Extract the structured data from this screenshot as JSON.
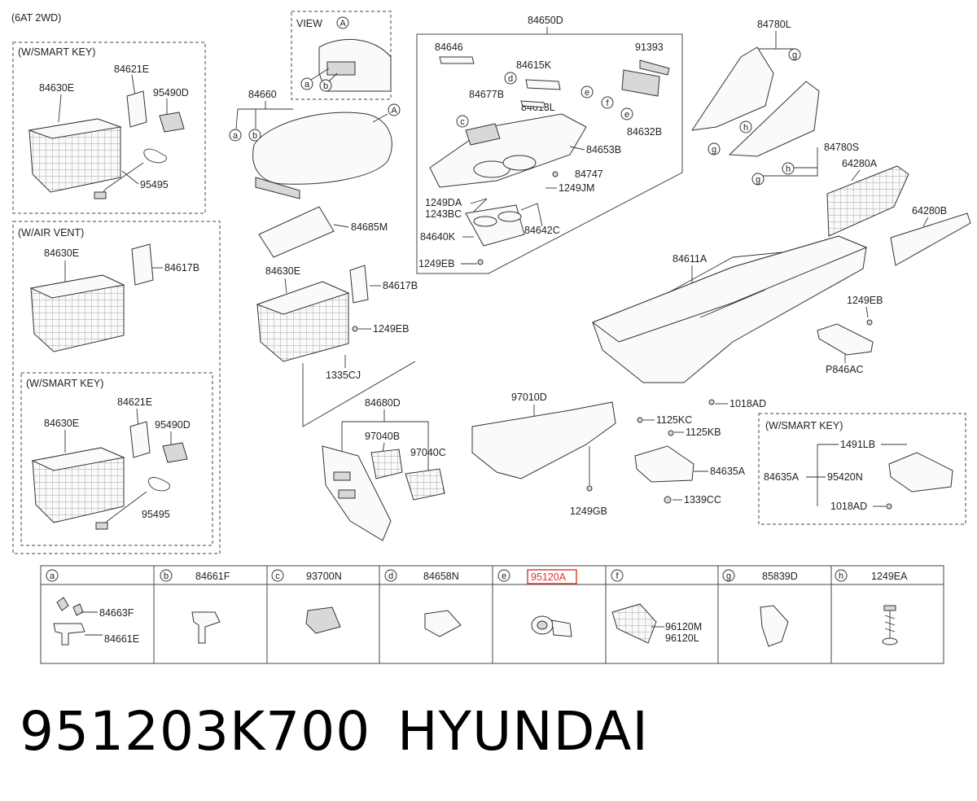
{
  "header": {
    "note": "(6AT 2WD)"
  },
  "view_box": {
    "label": "VIEW",
    "ref": "A",
    "circle_a": "a",
    "circle_b": "b"
  },
  "smart_key_box_1": {
    "title": "(W/SMART KEY)",
    "parts": [
      "84630E",
      "84621E",
      "95490D",
      "95495"
    ]
  },
  "air_vent_box": {
    "title": "(W/AIR VENT)",
    "parts": [
      "84630E",
      "84617B"
    ]
  },
  "smart_key_box_2": {
    "title": "(W/SMART KEY)",
    "parts": [
      "84630E",
      "84621E",
      "95490D",
      "95495"
    ]
  },
  "armrest": {
    "part": "84660",
    "ref_a": "a",
    "ref_b": "b",
    "view_ref": "A",
    "pad": "84685M"
  },
  "storage": {
    "box": "84630E",
    "bracket": "84617B",
    "screw": "1249EB",
    "clip": "1335CJ"
  },
  "upper_cover": {
    "assembly": "84650D",
    "parts": [
      "84646",
      "91393",
      "84615K",
      "84677B",
      "84613L",
      "84632B",
      "84653B",
      "84747",
      "1249JM",
      "1249DA",
      "1243BC",
      "84642C",
      "84640K",
      "1249EB"
    ],
    "circles": [
      "c",
      "d",
      "e",
      "f",
      "e"
    ]
  },
  "side_covers": {
    "left": "84780L",
    "right": "84780S",
    "circles": [
      "g",
      "g",
      "h",
      "h",
      "g",
      "g",
      "h"
    ]
  },
  "panels": {
    "panel_a": "64280A",
    "panel_b": "64280B"
  },
  "console": {
    "body": "84611A",
    "screw": "1249EB",
    "bracket": "P846AC",
    "bolt": "1018AD"
  },
  "front_panel": {
    "assembly": "84680D",
    "vent_left": "97040B",
    "vent_right": "97040C"
  },
  "duct": {
    "part": "97010D",
    "screw": "1249GB"
  },
  "bracket_assy": {
    "screw_1": "1125KC",
    "screw_2": "1125KB",
    "bracket": "84635A",
    "nut": "1339CC"
  },
  "smart_key_box_3": {
    "title": "(W/SMART KEY)",
    "parts": [
      "1491LB",
      "84635A",
      "95420N",
      "1018AD"
    ]
  },
  "legend": {
    "cells": [
      {
        "letter": "a",
        "header": "",
        "labels": [
          "84663F",
          "84661E"
        ]
      },
      {
        "letter": "b",
        "header": "84661F",
        "labels": []
      },
      {
        "letter": "c",
        "header": "93700N",
        "labels": []
      },
      {
        "letter": "d",
        "header": "84658N",
        "labels": []
      },
      {
        "letter": "e",
        "header": "95120A",
        "labels": [],
        "highlight": true
      },
      {
        "letter": "f",
        "header": "",
        "labels": [
          "96120M",
          "96120L"
        ]
      },
      {
        "letter": "g",
        "header": "85839D",
        "labels": []
      },
      {
        "letter": "h",
        "header": "1249EA",
        "labels": []
      }
    ]
  },
  "footer": {
    "part_number": "951203K700",
    "brand": "HYUNDAI"
  },
  "colors": {
    "highlight": "#e0332a",
    "line": "#333333",
    "text": "#222222"
  }
}
